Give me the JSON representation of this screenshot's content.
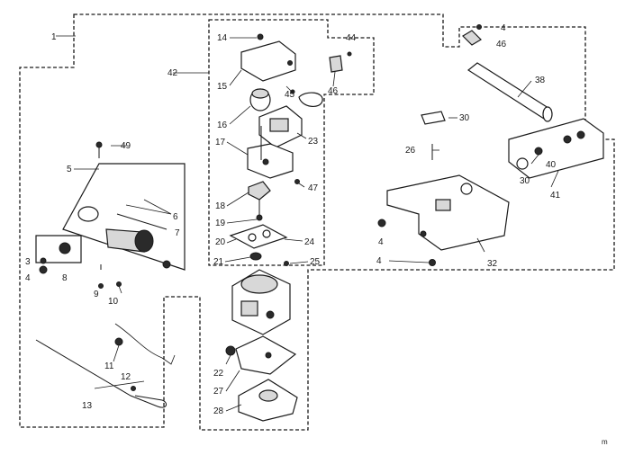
{
  "diagram": {
    "labels": {
      "l1": "1",
      "l3": "3",
      "l4a": "4",
      "l4b": "4",
      "l4c": "4",
      "l4d": "4",
      "l5": "5",
      "l6": "6",
      "l7": "7",
      "l8": "8",
      "l9": "9",
      "l10": "10",
      "l11": "11",
      "l12": "12",
      "l13": "13",
      "l14": "14",
      "l15": "15",
      "l16": "16",
      "l17": "17",
      "l18": "18",
      "l19": "19",
      "l20": "20",
      "l21": "21",
      "l22": "22",
      "l23": "23",
      "l24": "24",
      "l25": "25",
      "l26": "26",
      "l27": "27",
      "l28": "28",
      "l30a": "30",
      "l30b": "30",
      "l32": "32",
      "l38": "38",
      "l40": "40",
      "l41": "41",
      "l42": "42",
      "l44": "44",
      "l45": "45",
      "l46a": "46",
      "l46b": "46",
      "l47": "47",
      "l49": "49"
    },
    "corner_mark": "m"
  }
}
